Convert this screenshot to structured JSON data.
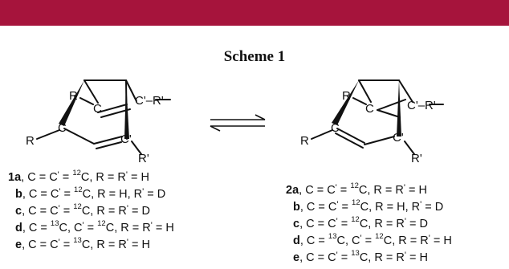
{
  "banner_color": "#a6143c",
  "scheme_title": "Scheme 1",
  "structure_labels": {
    "R": "R",
    "R_prime": "R'",
    "C": "C",
    "C_prime": "C'",
    "C_prime_R_prime": "C'–R'"
  },
  "left_captions": [
    {
      "id": "1a",
      "label": "1a",
      "sep": ", ",
      "text": "C = C",
      "p1": "'",
      "eq": " = ",
      "iso": "12",
      "rest": "C, R = R",
      "p2": "'",
      "tail": " = H"
    },
    {
      "id": "b",
      "label": "b",
      "sep": ", ",
      "text": "C = C",
      "p1": "'",
      "eq": " = ",
      "iso": "12",
      "rest": "C, R = H, R",
      "p2": "'",
      "tail": " = D"
    },
    {
      "id": "c",
      "label": "c",
      "sep": ", ",
      "text": "C = C",
      "p1": "'",
      "eq": " = ",
      "iso": "12",
      "rest": "C, R = R",
      "p2": "'",
      "tail": " = D"
    },
    {
      "id": "d",
      "label": "d",
      "sep": ", ",
      "text": "C = ",
      "iso_a": "13",
      "mid": "C, C",
      "p1": "'",
      "eq": " = ",
      "iso": "12",
      "rest": "C, R = R",
      "p2": "'",
      "tail": " = H"
    },
    {
      "id": "e",
      "label": "e",
      "sep": ", ",
      "text": "C = C",
      "p1": "'",
      "eq": " = ",
      "iso": "13",
      "rest": "C, R = R",
      "p2": "'",
      "tail": " = H"
    }
  ],
  "right_captions": [
    {
      "id": "2a",
      "label": "2a",
      "sep": ", ",
      "text": "C = C",
      "p1": "'",
      "eq": " = ",
      "iso": "12",
      "rest": "C, R = R",
      "p2": "'",
      "tail": " = H"
    },
    {
      "id": "b",
      "label": "b",
      "sep": ", ",
      "text": "C = C",
      "p1": "'",
      "eq": " = ",
      "iso": "12",
      "rest": "C, R = H, R",
      "p2": "'",
      "tail": " = D"
    },
    {
      "id": "c",
      "label": "c",
      "sep": ", ",
      "text": "C = C",
      "p1": "'",
      "eq": " = ",
      "iso": "12",
      "rest": "C, R = R",
      "p2": "'",
      "tail": " = D"
    },
    {
      "id": "d",
      "label": "d",
      "sep": ", ",
      "text": "C = ",
      "iso_a": "13",
      "mid": "C, C",
      "p1": "'",
      "eq": " = ",
      "iso": "12",
      "rest": "C, R = R",
      "p2": "'",
      "tail": " = H"
    },
    {
      "id": "e",
      "label": "e",
      "sep": ", ",
      "text": "C = C",
      "p1": "'",
      "eq": " = ",
      "iso": "13",
      "rest": "C, R = R",
      "p2": "'",
      "tail": " = H"
    }
  ]
}
